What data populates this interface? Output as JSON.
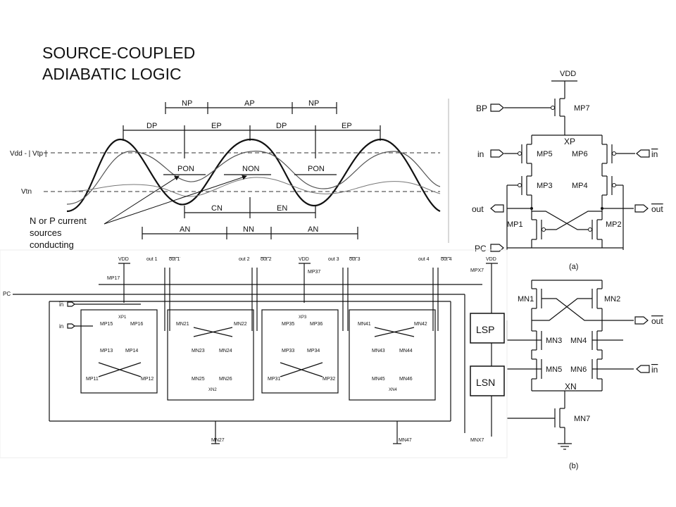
{
  "title": {
    "line1": "SOURCE-COUPLED",
    "line2": "ADIABATIC LOGIC"
  },
  "annotation": {
    "line1": "N or P current",
    "line2": "sources",
    "line3": "conducting"
  },
  "timing": {
    "top_intervals": [
      "NP",
      "AP",
      "NP"
    ],
    "phase_intervals": [
      "DP",
      "EP",
      "DP",
      "EP"
    ],
    "on_labels": [
      "PON",
      "NON",
      "PON"
    ],
    "level_labels": [
      "Vdd - | Vtp |",
      "Vtn"
    ],
    "lower_intervals": [
      "CN",
      "EN"
    ],
    "bottom_intervals": [
      "AN",
      "NN",
      "AN"
    ]
  },
  "circuit_a": {
    "caption": "(a)",
    "vdd": "VDD",
    "bp": "BP",
    "xp": "XP",
    "pc": "PC",
    "in": "in",
    "inb": "in",
    "out": "out",
    "outb": "out",
    "transistors": [
      "MP7",
      "MP5",
      "MP6",
      "MP3",
      "MP4",
      "MP1",
      "MP2"
    ]
  },
  "circuit_b": {
    "caption": "(b)",
    "xn": "XN",
    "outb": "out",
    "inb": "in",
    "transistors": [
      "MN1",
      "MN2",
      "MN3",
      "MN4",
      "MN5",
      "MN6",
      "MN7"
    ]
  },
  "pipeline": {
    "pc": "PC",
    "in": "in",
    "inb": "in",
    "vdd": "VDD",
    "outs": [
      "out 1",
      "out 1",
      "out 2",
      "out 2",
      "out 3",
      "out 3",
      "out 4",
      "out 4"
    ],
    "lsp": "LSP",
    "lsn": "LSN",
    "stage1": [
      "MP15",
      "MP16",
      "MP13",
      "MP14",
      "MP11",
      "MP12",
      "XP1"
    ],
    "stage2": [
      "MN21",
      "MN22",
      "MN23",
      "MN24",
      "MN25",
      "MN26",
      "XN2"
    ],
    "stage3": [
      "MP35",
      "MP36",
      "MP33",
      "MP34",
      "MP31",
      "MP32",
      "XP3"
    ],
    "stage4": [
      "MN41",
      "MN42",
      "MN43",
      "MN44",
      "MN45",
      "MN46",
      "XN4"
    ],
    "source_devices": [
      "MP17",
      "MP37",
      "MPX7",
      "MN27",
      "MN47",
      "MNX7"
    ]
  }
}
